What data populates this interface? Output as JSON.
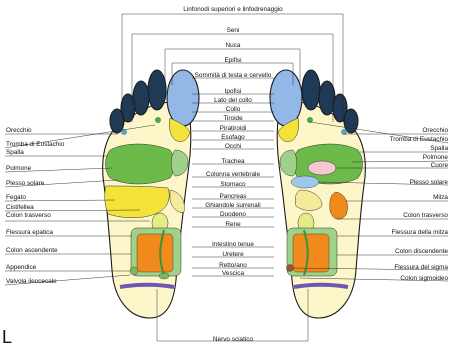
{
  "diagram": {
    "title": "Linfonodi superiori e linfodrenaggio",
    "center_labels": [
      {
        "key": "seni",
        "text": "Seni"
      },
      {
        "key": "nuca",
        "text": "Nuca"
      },
      {
        "key": "epifisi",
        "text": "Epifisi"
      },
      {
        "key": "sommita",
        "text": "Sommità di testa e cervello"
      },
      {
        "key": "ipofisi",
        "text": "Ipofisi"
      },
      {
        "key": "lato-collo",
        "text": "Lato del collo"
      },
      {
        "key": "collo",
        "text": "Collo"
      },
      {
        "key": "tiroide",
        "text": "Tiroide"
      },
      {
        "key": "paratiroidi",
        "text": "Piratiroidi"
      },
      {
        "key": "esofago",
        "text": "Esofago"
      },
      {
        "key": "occhi",
        "text": "Occhi"
      },
      {
        "key": "trachea",
        "text": "Trachea"
      },
      {
        "key": "colonna",
        "text": "Colonna vertebrale"
      },
      {
        "key": "stomaco",
        "text": "Stomaco"
      },
      {
        "key": "pancreas",
        "text": "Pancreas"
      },
      {
        "key": "ghiandole",
        "text": "Ghiandole surrenali"
      },
      {
        "key": "duodeno",
        "text": "Duodeno"
      },
      {
        "key": "rene",
        "text": "Rene"
      },
      {
        "key": "intestino",
        "text": "Intestino tenue"
      },
      {
        "key": "uretere",
        "text": "Uretere"
      },
      {
        "key": "retto",
        "text": "Retto/ano"
      },
      {
        "key": "vescica",
        "text": "Vescica"
      },
      {
        "key": "nervo",
        "text": "Nervo sciatico"
      }
    ],
    "left_labels": [
      {
        "key": "orecchio",
        "text": "Orecchio"
      },
      {
        "key": "tromba",
        "text": "Tromba di Eustachio"
      },
      {
        "key": "spalla",
        "text": "Spalla"
      },
      {
        "key": "polmone",
        "text": "Polmone"
      },
      {
        "key": "plesso",
        "text": "Plesso solare"
      },
      {
        "key": "fegato",
        "text": "Fegato"
      },
      {
        "key": "cistifellea",
        "text": "Cistifellea"
      },
      {
        "key": "colon-trasverso",
        "text": "Colon trasverso"
      },
      {
        "key": "flessura-epatica",
        "text": "Flessura epatica"
      },
      {
        "key": "colon-ascendente",
        "text": "Colon ascendente"
      },
      {
        "key": "appendice",
        "text": "Appendice"
      },
      {
        "key": "valvola",
        "text": "Valvola ileocecale"
      }
    ],
    "right_labels": [
      {
        "key": "orecchio",
        "text": "Orecchio"
      },
      {
        "key": "tromba",
        "text": "Tromba di Eustachio"
      },
      {
        "key": "spalla",
        "text": "Spalla"
      },
      {
        "key": "polmone",
        "text": "Polmone"
      },
      {
        "key": "cuore",
        "text": "Cuore"
      },
      {
        "key": "plesso",
        "text": "Plesso solare"
      },
      {
        "key": "milza",
        "text": "Milza"
      },
      {
        "key": "colon-trasverso",
        "text": "Colon trasverso"
      },
      {
        "key": "flessura-milza",
        "text": "Flessura della milza"
      },
      {
        "key": "colon-discendente",
        "text": "Colon discendente"
      },
      {
        "key": "flessura-sigma",
        "text": "Flessura del sigma"
      },
      {
        "key": "colon-sigmoideo",
        "text": "Colon sigmoideo"
      }
    ],
    "corner_mark": "L",
    "colors": {
      "foot": "#fdf6c8",
      "toes": "#1f3a55",
      "head": "#93b7e6",
      "lung": "#6cbb4a",
      "liver": "#f2e23a",
      "intestine": "#f08a1c",
      "colon": "#9fd18a",
      "heart": "#f6c7cf",
      "spine": "#c8c8f0",
      "sciatic": "#6f55b5"
    }
  }
}
